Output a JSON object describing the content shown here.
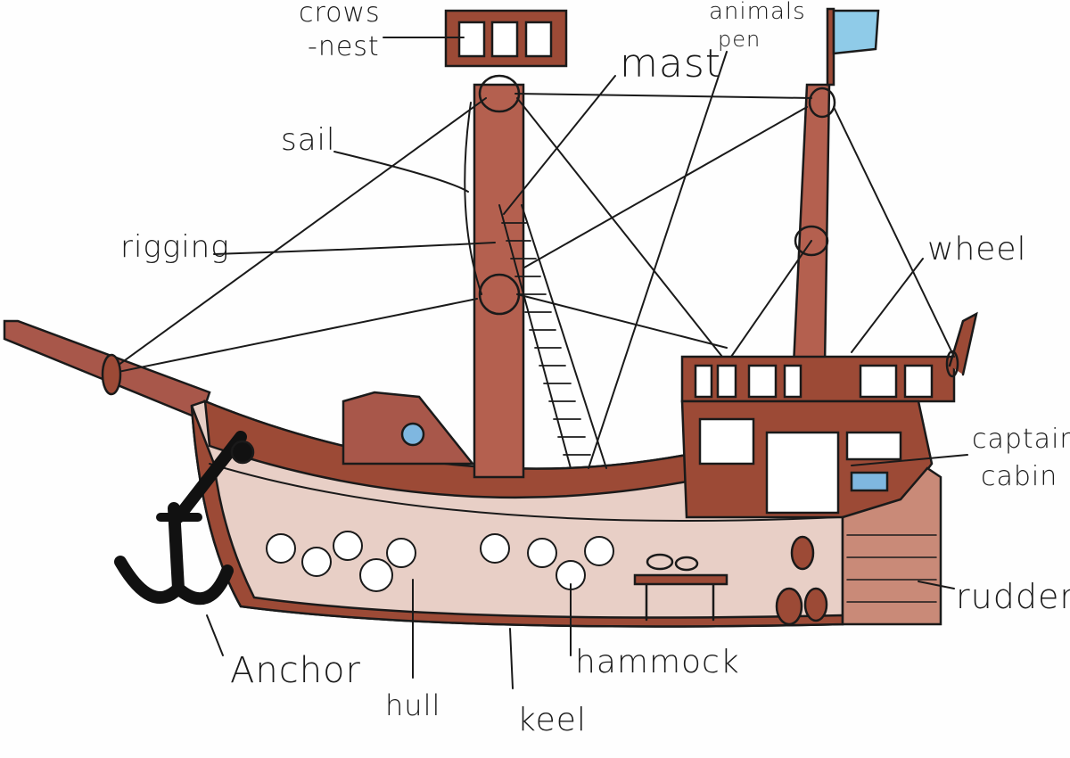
{
  "title": "Pirate ship diagram",
  "labels": {
    "crows_nest_1": "crows",
    "crows_nest_2": "-nest",
    "animals_pen_1": "animals",
    "animals_pen_2": "pen",
    "mast": "mast",
    "sail": "sail",
    "rigging": "rigging",
    "wheel": "wheel",
    "captain_cabin_1": "captain",
    "captain_cabin_2": "cabin",
    "rudder": "rudder",
    "hammock": "hammock",
    "anchor": "Anchor",
    "hull": "hull",
    "keel": "keel"
  },
  "colors": {
    "wood": "#9c4a36",
    "wood_light": "#c98a78",
    "ink": "#1a1a1a",
    "flag": "#8fcbe8",
    "window": "#7fb7e0"
  }
}
